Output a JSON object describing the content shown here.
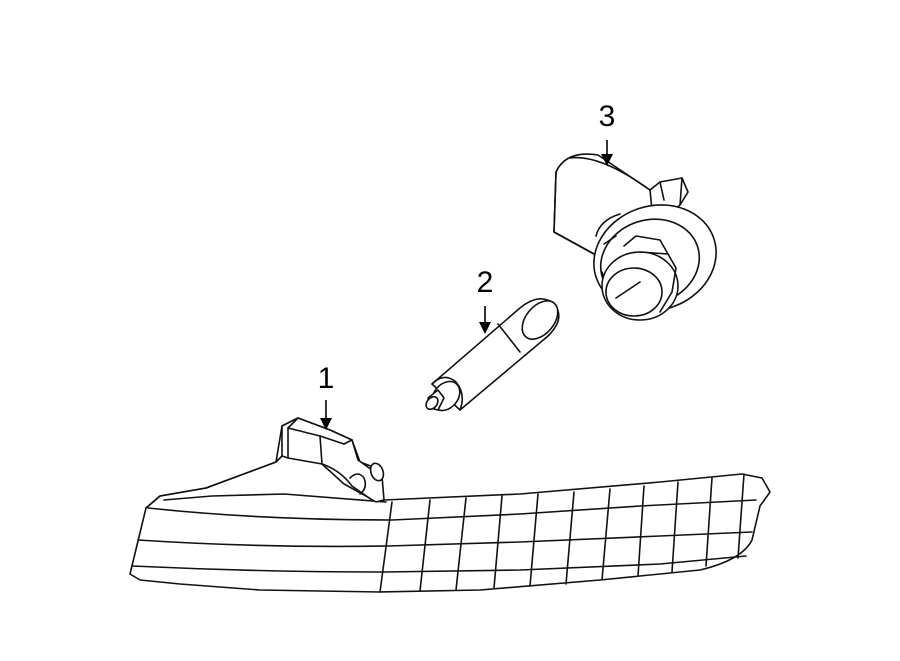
{
  "callouts": [
    {
      "number": "1",
      "part": "lamp-housing"
    },
    {
      "number": "2",
      "part": "bulb"
    },
    {
      "number": "3",
      "part": "socket"
    }
  ],
  "colors": {
    "line": "#111111",
    "background": "#ffffff"
  }
}
